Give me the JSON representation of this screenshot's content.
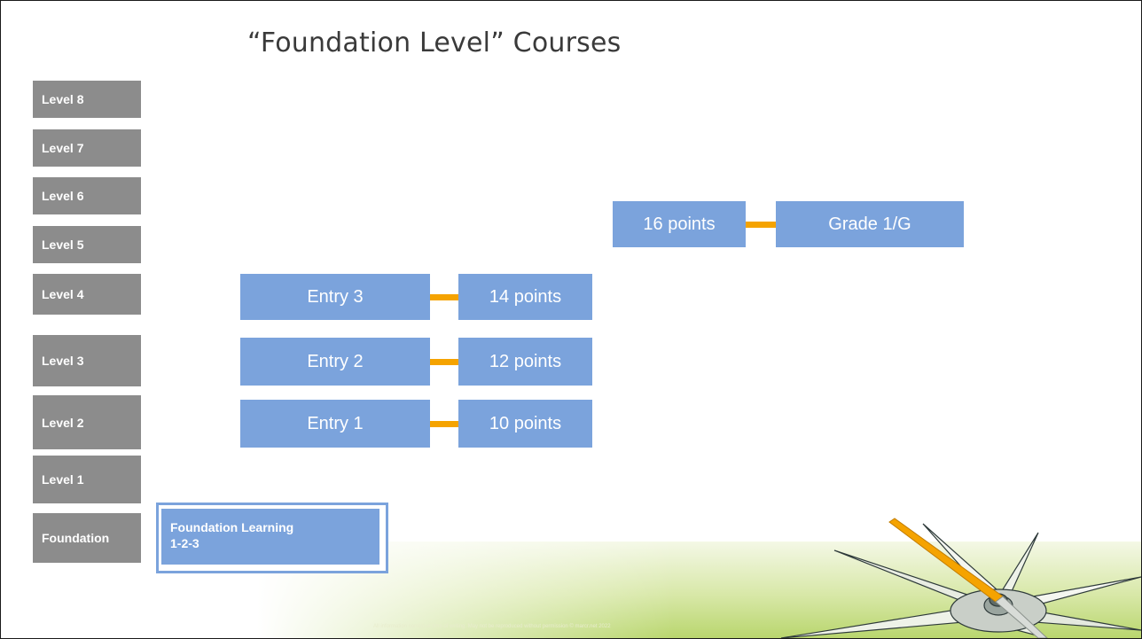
{
  "title": "“Foundation Level” Courses",
  "levels": [
    {
      "label": "Level 8"
    },
    {
      "label": "Level 7"
    },
    {
      "label": "Level 6"
    },
    {
      "label": "Level 5"
    },
    {
      "label": "Level 4"
    },
    {
      "label": "Level 3"
    },
    {
      "label": "Level 2"
    },
    {
      "label": "Level 1"
    },
    {
      "label": "Foundation"
    }
  ],
  "entries": [
    {
      "name": "Entry 3",
      "points": "14 points"
    },
    {
      "name": "Entry 2",
      "points": "12 points"
    },
    {
      "name": "Entry 1",
      "points": "10 points"
    }
  ],
  "grade": {
    "points": "16 points",
    "label": "Grade 1/G"
  },
  "foundation_learning": {
    "line1": "Foundation Learning",
    "line2": "1-2-3"
  },
  "footer": "All information correct at time of writing. May not be reproduced without permission © marcr.net 2022",
  "colors": {
    "level_box": "#8c8c8c",
    "course_box": "#7ba3dc",
    "connector": "#f5a300",
    "band": "#b9d66e"
  },
  "decorations": {
    "compass": "compass-rose-icon"
  }
}
